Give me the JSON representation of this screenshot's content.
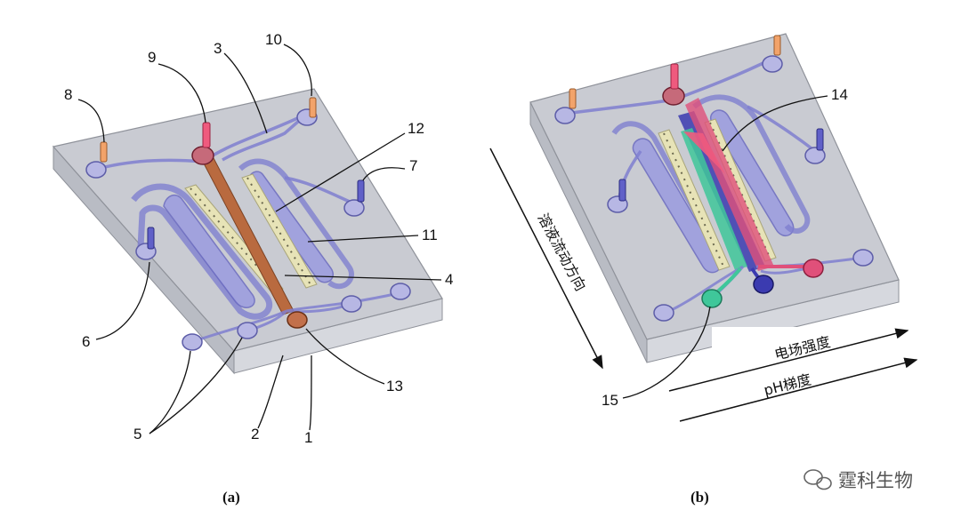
{
  "panel_a": {
    "caption": "(a)",
    "labels": {
      "n1": "1",
      "n2": "2",
      "n3": "3",
      "n4": "4",
      "n5": "5",
      "n6": "6",
      "n7": "7",
      "n8": "8",
      "n9": "9",
      "n10": "10",
      "n11": "11",
      "n12": "12",
      "n13": "13"
    }
  },
  "panel_b": {
    "caption": "(b)",
    "labels": {
      "n14": "14",
      "n15": "15"
    },
    "flow_direction": "溶液流动方向",
    "field_strength": "电场强度",
    "ph_gradient": "pH梯度"
  },
  "watermark": "霆科生物",
  "colors": {
    "chip_glass": "#c7c9d0",
    "channel": "#8f8fd6",
    "electrode": "#e6e2b5",
    "separation_channel": "#b96a3f",
    "red": "#e0507a",
    "green": "#3fc79a",
    "blue": "#3b3bb0",
    "orange_pin": "#f2a36a"
  }
}
